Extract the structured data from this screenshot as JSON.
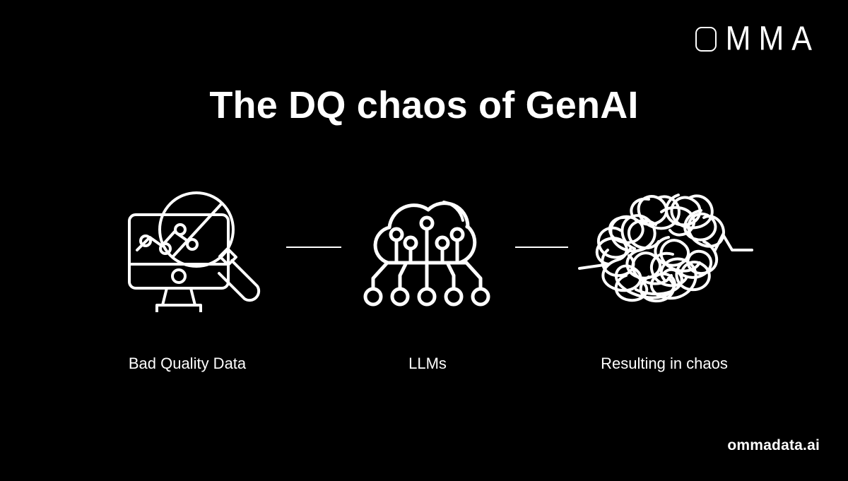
{
  "background_color": "#000000",
  "foreground_color": "#ffffff",
  "brand": {
    "logo_text": "MMA",
    "logo_full": "OMMA",
    "logo_mark_name": "rounded-square-o"
  },
  "title": "The DQ chaos of GenAI",
  "steps": [
    {
      "id": "bad-quality-data",
      "label": "Bad Quality Data",
      "icon": "monitor-chart-magnifier-icon"
    },
    {
      "id": "llms",
      "label": "LLMs",
      "icon": "cloud-circuit-nodes-icon"
    },
    {
      "id": "resulting-in-chaos",
      "label": "Resulting in chaos",
      "icon": "tangled-scribble-icon"
    }
  ],
  "connectors": [
    {
      "id": "connector-1",
      "from": "bad-quality-data",
      "to": "llms"
    },
    {
      "id": "connector-2",
      "from": "llms",
      "to": "resulting-in-chaos"
    }
  ],
  "footer": {
    "url": "ommadata.ai"
  }
}
